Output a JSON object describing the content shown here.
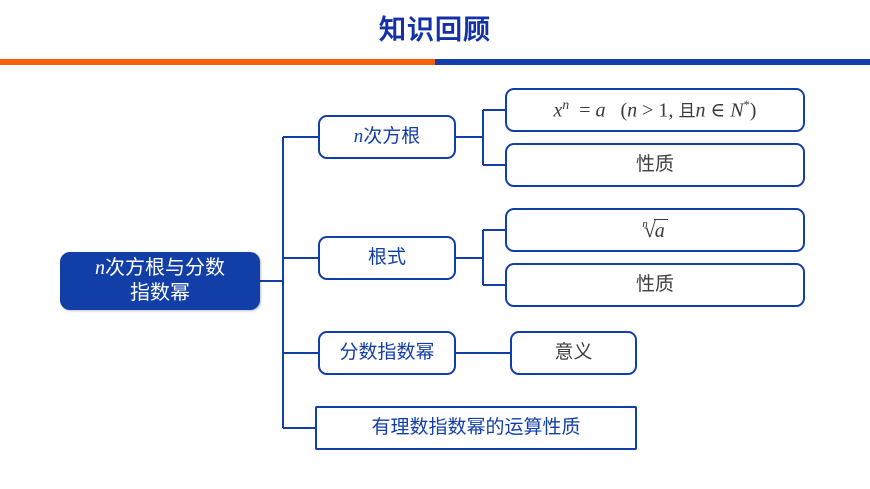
{
  "slide": {
    "title": "知识回顾",
    "title_color": "#1230a8",
    "divider_left_color": "#f4600c",
    "divider_right_color": "#123ea8",
    "node_border_color": "#123ea8",
    "node_text_color": "#123ea8",
    "dark_text_color": "#3f3f3f",
    "background": "#ffffff"
  },
  "diagram": {
    "type": "tree-mindmap",
    "root": {
      "label_line1": "n次方根与分数",
      "label_line2": "指数幂",
      "label_plain": "n次方根与分数指数幂"
    },
    "branches": [
      {
        "label": "n次方根",
        "children": [
          {
            "label": "x^n = a （n > 1，且n ∈ N*）",
            "kind": "formula"
          },
          {
            "label": "性质",
            "kind": "text"
          }
        ]
      },
      {
        "label": "根式",
        "children": [
          {
            "label": "n次根号a",
            "kind": "radical"
          },
          {
            "label": "性质",
            "kind": "text"
          }
        ]
      },
      {
        "label": "分数指数幂",
        "children": [
          {
            "label": "意义",
            "kind": "text"
          }
        ]
      },
      {
        "label": "有理数指数幂的运算性质",
        "children": []
      }
    ],
    "formula_parts": {
      "x": "x",
      "exponent": "n",
      "equals": "=",
      "a": "a",
      "paren_open": "（",
      "n": "n",
      "gt": ">",
      "one": "1",
      "comma": "，",
      "and": "且",
      "n2": "n",
      "in": "∈",
      "N": "N",
      "star": "*",
      "paren_close": "）"
    },
    "radical_parts": {
      "index": "n",
      "sign": "√",
      "argument": "a"
    }
  }
}
